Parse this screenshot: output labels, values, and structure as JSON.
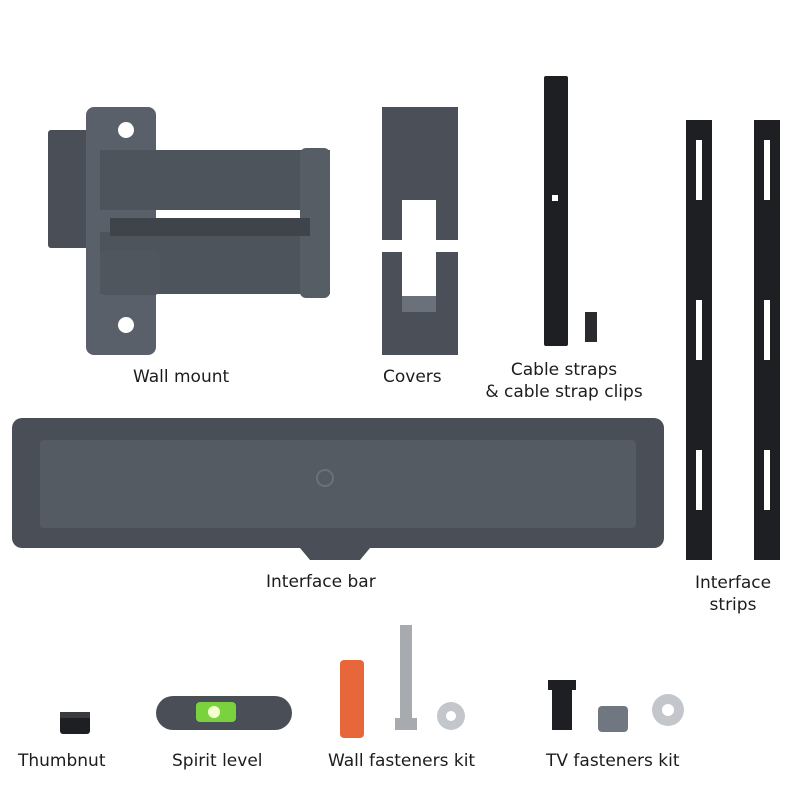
{
  "labels": {
    "wall_mount": "Wall mount",
    "covers": "Covers",
    "cable_straps_line1": "Cable straps",
    "cable_straps_line2": "& cable strap clips",
    "interface_bar": "Interface bar",
    "interface_strips_line1": "Interface",
    "interface_strips_line2": "strips",
    "thumbnut": "Thumbnut",
    "spirit_level": "Spirit level",
    "wall_fasteners_kit": "Wall fasteners kit",
    "tv_fasteners_kit": "TV fasteners kit"
  },
  "colors": {
    "part_dark": "#4a4f57",
    "part_mid": "#5a6069",
    "part_light": "#6b717a",
    "black": "#1e1f22",
    "anchor_orange": "#e8673a",
    "level_green": "#7bd23f",
    "steel": "#a7abb0"
  }
}
